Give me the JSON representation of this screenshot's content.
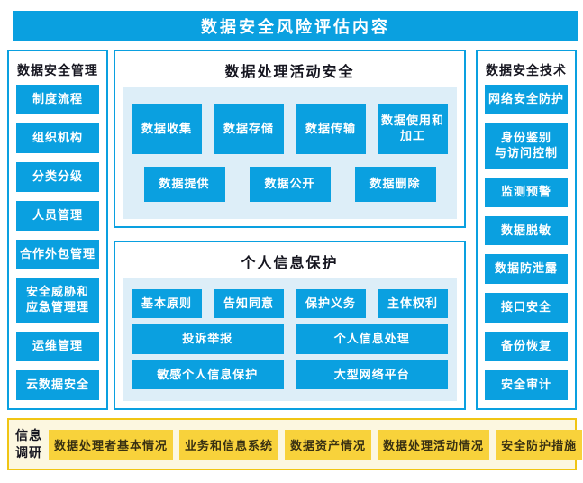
{
  "title": "数据安全风险评估内容",
  "colors": {
    "accent_blue": "#0aa0e0",
    "panel_light_blue": "#ddeef8",
    "accent_yellow": "#f8d23b",
    "bar_background": "#fcf7e0",
    "bar_border": "#f0c514",
    "heading_text": "#15151f",
    "node_text": "#ffffff"
  },
  "left_column": {
    "header": "数据安全管理",
    "items": [
      "制度流程",
      "组织机构",
      "分类分级",
      "人员管理",
      "合作外包管理",
      "安全威胁和\n应急管理理",
      "运维管理",
      "云数据安全"
    ]
  },
  "process_box": {
    "title": "数据处理活动安全",
    "rows": [
      [
        "数据收集",
        "数据存储",
        "数据传输",
        "数据使用和加工"
      ],
      [
        "数据提供",
        "数据公开",
        "数据删除"
      ]
    ]
  },
  "personal_box": {
    "title": "个人信息保护",
    "rows": [
      [
        "基本原则",
        "告知同意",
        "保护义务",
        "主体权利"
      ],
      [
        "投诉举报",
        "个人信息处理"
      ],
      [
        "敏感个人信息保护",
        "大型网络平台"
      ]
    ]
  },
  "right_column": {
    "header": "数据安全技术",
    "items": [
      "网络安全防护",
      "身份鉴别\n与访问控制",
      "监测预警",
      "数据脱敏",
      "数据防泄露",
      "接口安全",
      "备份恢复",
      "安全审计"
    ]
  },
  "survey_bar": {
    "label": "信息\n调研",
    "items": [
      "数据处理者基本情况",
      "业务和信息系统",
      "数据资产情况",
      "数据处理活动情况",
      "安全防护措施"
    ]
  }
}
